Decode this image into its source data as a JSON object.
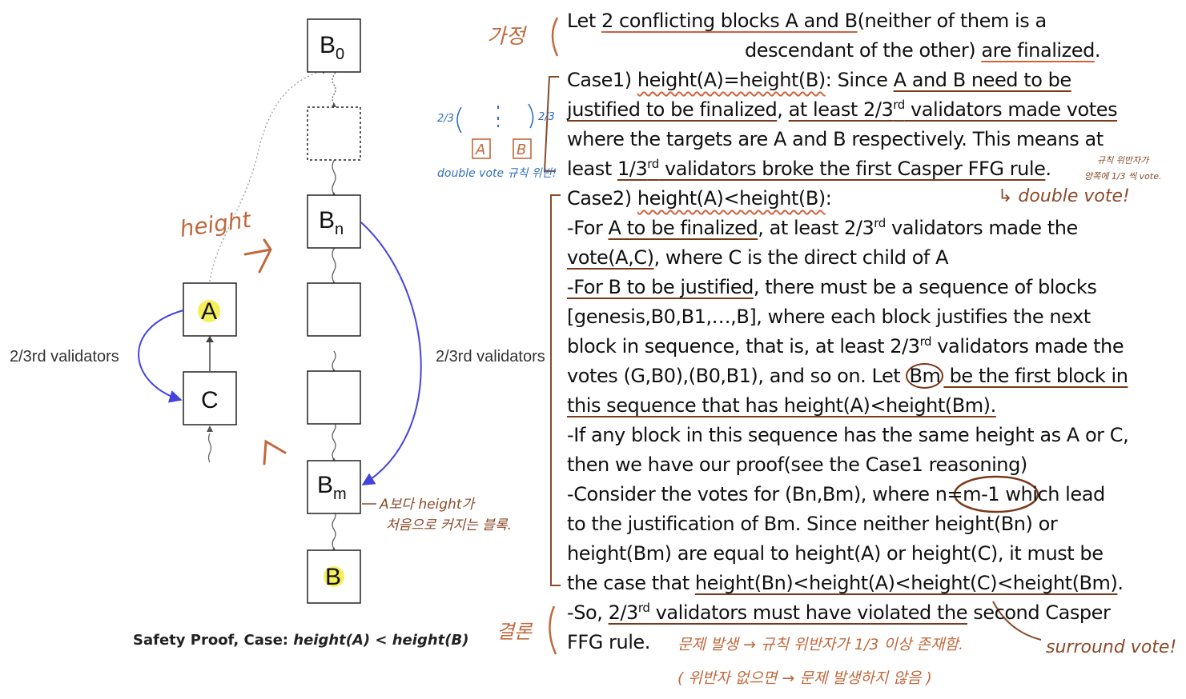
{
  "diagram": {
    "blocks": {
      "b0": {
        "main": "B",
        "sub": "0"
      },
      "bn": {
        "main": "B",
        "sub": "n"
      },
      "bm": {
        "main": "B",
        "sub": "m"
      },
      "a": "A",
      "c": "C",
      "b": "B"
    },
    "left_label": "2/3rd validators",
    "right_label": "2/3rd validators",
    "caption_prefix": "Safety Proof, Case: ",
    "caption_math": "height(A) < height(B)"
  },
  "annotations": {
    "assumption": "가정",
    "conclusion": "결론",
    "height": "height",
    "two_thirds_left": "2/3",
    "two_thirds_right": "2/3",
    "vote_a": "A",
    "vote_b": "B",
    "double_vote_rule": "double vote 규칙 위반!",
    "violator_note_1": "규칙 위반자가",
    "violator_note_2": "양쪽에 1/3 씩 vote.",
    "double_vote": "↳ double vote!",
    "bm_note_1": "A보다 height가",
    "bm_note_2": "처음으로 커지는 블록.",
    "surround_vote": "surround vote!",
    "problem_note": "문제 발생 → 규칙 위반자가  1/3 이상  존재함.",
    "no_violator_note": "( 위반자 없으면 → 문제 발생하지  않음 )"
  },
  "proof": {
    "l1a": "Let ",
    "l1b": "2 conflicting blocks A and B",
    "l1c": "(neither of them is a",
    "l2a": "descendant of the other) ",
    "l2b": "are finalized",
    "l2c": ".",
    "l3a": "Case1) ",
    "l3b": "height(A)=height(B)",
    "l3c": ": Since ",
    "l3d": "A and B need to be",
    "l4a": "justified to be finalized",
    "l4b": ", ",
    "l4c": "at least 2/3",
    "l4sup": "rd",
    "l4d": " validators made votes",
    "l5": "where the targets are A and B respectively. This means at",
    "l6a": "least ",
    "l6b": "1/3",
    "l6sup": "rd",
    "l6c": " validators broke the first Casper FFG rule",
    "l6d": ".",
    "l7a": "Case2) ",
    "l7b": "height(A)<height(B)",
    "l7c": ":",
    "l8a": "-For ",
    "l8b": "A to be finalized",
    "l8c": ", at least 2/3",
    "l8sup": "rd",
    "l8d": " validators made the",
    "l9a": "vote(A,C)",
    "l9b": ", where C is the direct child of A",
    "l10a": "-For B to be justified",
    "l10b": ", there must be a sequence of blocks",
    "l11": "[genesis,B0,B1,…,B], where each block justifies the next",
    "l12a": "block in sequence, that is, at least 2/3",
    "l12sup": "rd",
    "l12b": " validators made the",
    "l13a": "votes (G,B0),(B0,B1), and so on. Let ",
    "l13b": "Bm",
    "l13c": " be the first block in",
    "l14": "this sequence that has height(A)<height(Bm).",
    "l15": "-If any block in this sequence has the same height as A or C,",
    "l16": "then we have our proof(see the Case1 reasoning)",
    "l17a": "-Consider the votes for (Bn,Bm), where ",
    "l17b": "n=m-1",
    "l17c": " which lead",
    "l18": "to the justification of Bm. Since neither height(Bn) or",
    "l19": "height(Bm) are equal to height(A) or height(C), it must be",
    "l20a": "the case that ",
    "l20b": "height(Bn)<height(A)<height(C)<height(Bm)",
    "l20c": ".",
    "l21a": "-So, ",
    "l21b": "2/3",
    "l21sup": "rd",
    "l21c": " validators must have violated the",
    "l21d": " second Casper",
    "l22": "FFG rule."
  }
}
